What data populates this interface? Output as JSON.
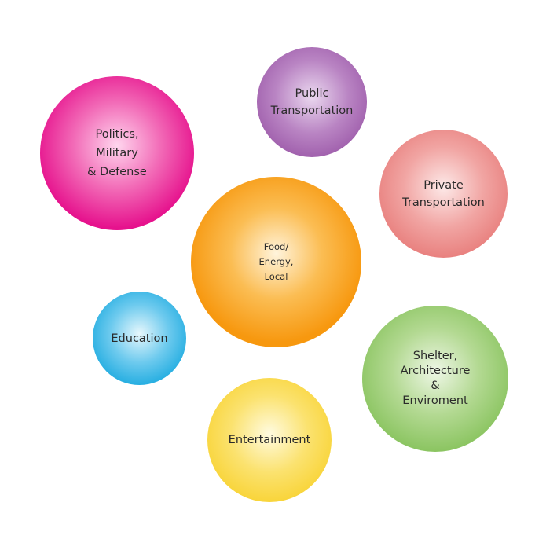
{
  "bubbles": {
    "politics": {
      "lines": [
        "Politics,",
        "Military",
        "& Defense"
      ],
      "color": "#e6128d"
    },
    "public_transportation": {
      "lines": [
        "Public",
        "Transportation"
      ],
      "color": "#9c5aa9"
    },
    "private_transportation": {
      "lines": [
        "Private",
        "Transportation"
      ],
      "color": "#e77a78"
    },
    "food": {
      "lines": [
        "Food/",
        "Energy,",
        "Local"
      ],
      "color": "#f7980f"
    },
    "education": {
      "lines": [
        "Education"
      ],
      "color": "#19a9df"
    },
    "shelter": {
      "lines": [
        "Shelter,",
        "Architecture",
        "&",
        "Enviroment"
      ],
      "color": "#86c25b"
    },
    "entertainment": {
      "lines": [
        "Entertainment"
      ],
      "color": "#f8d230"
    }
  }
}
